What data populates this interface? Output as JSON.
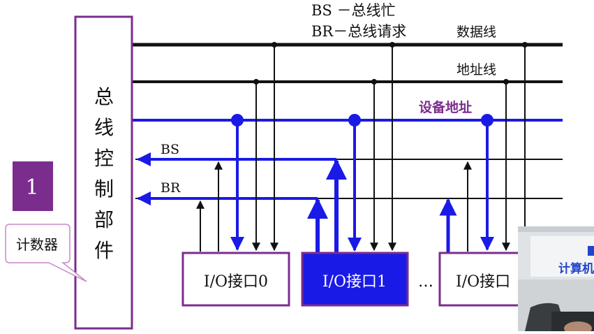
{
  "legend": {
    "bs": "BS －总线忙",
    "br": "BR－总线请求"
  },
  "lines": {
    "data_bus": "数据线",
    "address_bus": "地址线",
    "device_address": "设备地址",
    "bs": "BS",
    "br": "BR"
  },
  "controller": {
    "chars": [
      "总",
      "线",
      "控",
      "制",
      "部",
      "件"
    ]
  },
  "interfaces": [
    {
      "label": "I/O接口0",
      "highlighted": false
    },
    {
      "label": "I/O接口1",
      "highlighted": true
    },
    {
      "label": "I/O接口",
      "highlighted": false
    }
  ],
  "ellipsis": "…",
  "step": {
    "number": "1"
  },
  "callout": {
    "text": "计数器"
  },
  "video": {
    "caption": "计算机"
  },
  "colors": {
    "purple": "#7b2d8e",
    "blue": "#1a1ae6",
    "slide_blue": "#2244cc",
    "callout_border": "#c888c8"
  }
}
